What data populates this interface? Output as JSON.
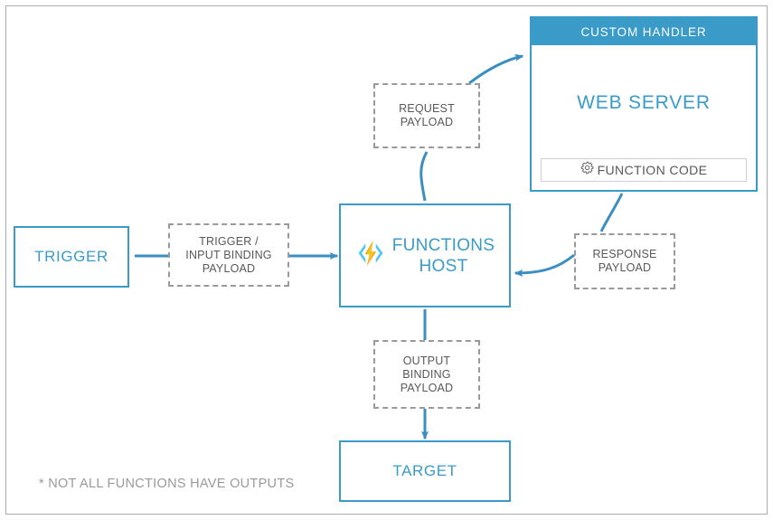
{
  "diagram": {
    "title_note": "Azure Functions custom handler flow",
    "colors": {
      "accent_blue": "#3a9bc9",
      "arrow_blue": "#3a8fc0",
      "dashed_gray": "#9a9a9a",
      "text_gray": "#58585b",
      "frame_gray": "#a9adb0",
      "header_text": "#ffffff",
      "footnote_gray": "#9a9a9d",
      "logo_yellow": "#f5c518",
      "logo_orange": "#f79a1e",
      "logo_cyan": "#50c7f0"
    },
    "nodes": {
      "trigger": {
        "label": "TRIGGER"
      },
      "functions_host": {
        "label_line1": "FUNCTIONS",
        "label_line2": "HOST",
        "icon": "azure-functions-logo"
      },
      "target": {
        "label": "TARGET"
      },
      "custom_handler": {
        "header": "CUSTOM HANDLER",
        "web_server": "WEB SERVER",
        "function_code": "FUNCTION CODE",
        "function_code_icon": "gear-icon"
      }
    },
    "payloads": {
      "trigger_input_binding": {
        "line1": "TRIGGER /",
        "line2": "INPUT BINDING",
        "line3": "PAYLOAD"
      },
      "request": {
        "line1": "REQUEST",
        "line2": "PAYLOAD"
      },
      "response": {
        "line1": "RESPONSE",
        "line2": "PAYLOAD"
      },
      "output_binding": {
        "line1": "OUTPUT",
        "line2": "BINDING",
        "line3": "PAYLOAD"
      }
    },
    "footnote": "* NOT ALL FUNCTIONS HAVE OUTPUTS"
  }
}
